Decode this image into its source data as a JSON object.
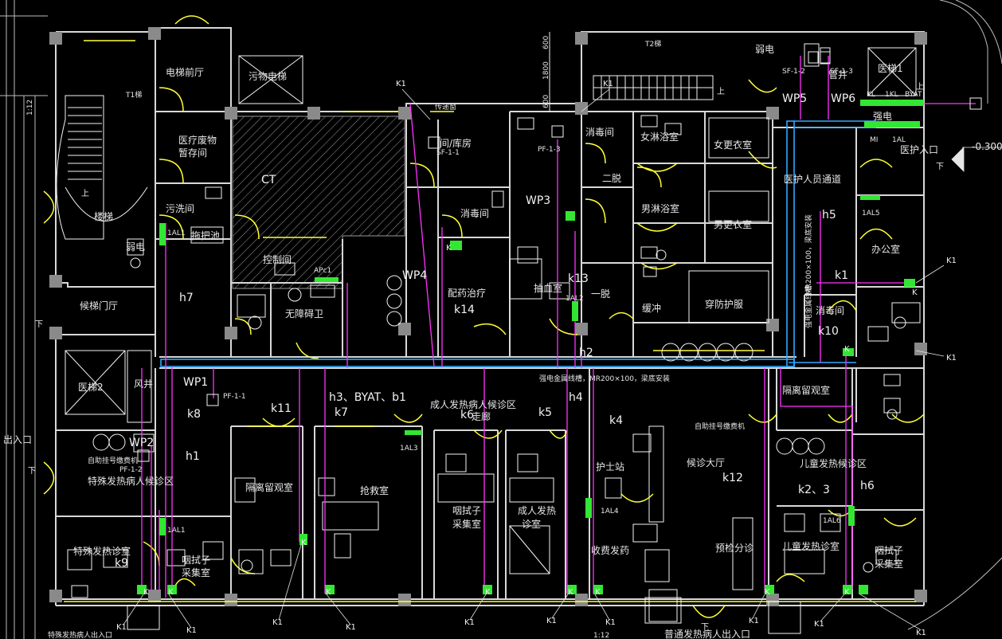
{
  "rooms": [
    {
      "id": "r1",
      "text": "电梯前厅"
    },
    {
      "id": "r2",
      "text": "污物电梯"
    },
    {
      "id": "r3",
      "text": "医疗废物"
    },
    {
      "id": "r4",
      "text": "暂存间"
    },
    {
      "id": "r5",
      "text": "楼梯"
    },
    {
      "id": "r6",
      "text": "污洗间"
    },
    {
      "id": "r7",
      "text": "拖把池"
    },
    {
      "id": "r8",
      "text": "CT"
    },
    {
      "id": "r9",
      "text": "控制间"
    },
    {
      "id": "r10",
      "text": "无障碍卫"
    },
    {
      "id": "r11",
      "text": "候梯门厅"
    },
    {
      "id": "r12",
      "text": "医梯2"
    },
    {
      "id": "r13",
      "text": "风井"
    },
    {
      "id": "r14",
      "text": "特殊发热病人候诊区"
    },
    {
      "id": "r15",
      "text": "特殊发热诊室"
    },
    {
      "id": "r16",
      "text": "咽拭子"
    },
    {
      "id": "r17",
      "text": "采集室"
    },
    {
      "id": "r18",
      "text": "隔离留观室"
    },
    {
      "id": "r19",
      "text": "抢救室"
    },
    {
      "id": "r20",
      "text": "咽拭子"
    },
    {
      "id": "r21",
      "text": "采集室"
    },
    {
      "id": "r22",
      "text": "成人发热"
    },
    {
      "id": "r23",
      "text": "诊室"
    },
    {
      "id": "r24",
      "text": "成人发热病人候诊区"
    },
    {
      "id": "r25",
      "text": "走廊"
    },
    {
      "id": "r26",
      "text": "护士站"
    },
    {
      "id": "r27",
      "text": "收费发药"
    },
    {
      "id": "r28",
      "text": "候诊大厅"
    },
    {
      "id": "r29",
      "text": "预检分诊"
    },
    {
      "id": "r30",
      "text": "儿童发热候诊区"
    },
    {
      "id": "r31",
      "text": "儿童发热诊室"
    },
    {
      "id": "r32",
      "text": "咽拭子"
    },
    {
      "id": "r33",
      "text": "采集室"
    },
    {
      "id": "r34",
      "text": "隔离留观室"
    },
    {
      "id": "r35",
      "text": "间/库房"
    },
    {
      "id": "r36",
      "text": "消毒间"
    },
    {
      "id": "r37",
      "text": "配药治疗"
    },
    {
      "id": "r38",
      "text": "抽血室"
    },
    {
      "id": "r39",
      "text": "消毒间"
    },
    {
      "id": "r40",
      "text": "二脱"
    },
    {
      "id": "r41",
      "text": "一脱"
    },
    {
      "id": "r42",
      "text": "缓冲"
    },
    {
      "id": "r43",
      "text": "女淋浴室"
    },
    {
      "id": "r44",
      "text": "女更衣室"
    },
    {
      "id": "r45",
      "text": "男淋浴室"
    },
    {
      "id": "r46",
      "text": "男更衣室"
    },
    {
      "id": "r47",
      "text": "穿防护服"
    },
    {
      "id": "r48",
      "text": "医护人员通道"
    },
    {
      "id": "r49",
      "text": "办公室"
    },
    {
      "id": "r50",
      "text": "消毒间"
    },
    {
      "id": "r51",
      "text": "弱电"
    },
    {
      "id": "r52",
      "text": "强电"
    },
    {
      "id": "r53",
      "text": "管井"
    },
    {
      "id": "r54",
      "text": "医梯1"
    },
    {
      "id": "r55",
      "text": "弱电"
    }
  ],
  "circuits": [
    {
      "id": "c1",
      "text": "h7"
    },
    {
      "id": "c2",
      "text": "WP1"
    },
    {
      "id": "c3",
      "text": "k8"
    },
    {
      "id": "c4",
      "text": "WP2"
    },
    {
      "id": "c5",
      "text": "h1"
    },
    {
      "id": "c6",
      "text": "k9"
    },
    {
      "id": "c7",
      "text": "k11"
    },
    {
      "id": "c8",
      "text": "h3、BYAT、b1"
    },
    {
      "id": "c9",
      "text": "k7"
    },
    {
      "id": "c10",
      "text": "k6"
    },
    {
      "id": "c11",
      "text": "k5"
    },
    {
      "id": "c12",
      "text": "h4"
    },
    {
      "id": "c13",
      "text": "k4"
    },
    {
      "id": "c14",
      "text": "k12"
    },
    {
      "id": "c15",
      "text": "k2、3"
    },
    {
      "id": "c16",
      "text": "h6"
    },
    {
      "id": "c17",
      "text": "WP4"
    },
    {
      "id": "c18",
      "text": "k14"
    },
    {
      "id": "c19",
      "text": "WP3"
    },
    {
      "id": "c20",
      "text": "k13"
    },
    {
      "id": "c21",
      "text": "h2"
    },
    {
      "id": "c22",
      "text": "WP5"
    },
    {
      "id": "c23",
      "text": "WP6"
    },
    {
      "id": "c24",
      "text": "h5"
    },
    {
      "id": "c25",
      "text": "k1"
    },
    {
      "id": "c26",
      "text": "k10"
    }
  ],
  "equipment": [
    {
      "id": "e1",
      "text": "PF-1-1"
    },
    {
      "id": "e2",
      "text": "PF-1-2"
    },
    {
      "id": "e3",
      "text": "SF-1-1"
    },
    {
      "id": "e4",
      "text": "PF-1-3"
    },
    {
      "id": "e5",
      "text": "SF-1-2"
    },
    {
      "id": "e6",
      "text": "SF-1-3"
    },
    {
      "id": "e7",
      "text": "1AL1"
    },
    {
      "id": "e8",
      "text": "1AL1"
    },
    {
      "id": "e9",
      "text": "1AL3"
    },
    {
      "id": "e10",
      "text": "1AL4"
    },
    {
      "id": "e11",
      "text": "1AL6"
    },
    {
      "id": "e12",
      "text": "1AL2"
    },
    {
      "id": "e13",
      "text": "1AL5"
    },
    {
      "id": "e14",
      "text": "APc1"
    },
    {
      "id": "e15",
      "text": "KL"
    },
    {
      "id": "e16",
      "text": "1KL"
    },
    {
      "id": "e17",
      "text": "BYAT"
    },
    {
      "id": "e18",
      "text": "MI"
    },
    {
      "id": "e19",
      "text": "1AL"
    }
  ],
  "notes": [
    {
      "id": "n1",
      "text": "自助挂号缴费机"
    },
    {
      "id": "n2",
      "text": "自助挂号缴费机"
    },
    {
      "id": "n3",
      "text": "强电金属线槽，MR200×100，梁底安装"
    },
    {
      "id": "n4",
      "text": "传递窗"
    },
    {
      "id": "n5",
      "text": "T2梯"
    },
    {
      "id": "n6",
      "text": "T1梯"
    },
    {
      "id": "n7",
      "text": "医护入口"
    },
    {
      "id": "n8",
      "text": "普通发热病人出入口"
    },
    {
      "id": "n9",
      "text": "出入口"
    },
    {
      "id": "n10",
      "text": "特殊发热病人出入口"
    },
    {
      "id": "n11",
      "text": "MR200×100，梁底安装"
    },
    {
      "id": "n12",
      "text": "强电金属线槽"
    },
    {
      "id": "n13",
      "text": "-0.300"
    }
  ],
  "dims": [
    {
      "id": "d1",
      "text": "600"
    },
    {
      "id": "d2",
      "text": "1800"
    },
    {
      "id": "d3",
      "text": "600"
    },
    {
      "id": "d4",
      "text": "1:12"
    },
    {
      "id": "d5",
      "text": "1:12"
    }
  ],
  "k1_tags": [
    {
      "id": "t1",
      "text": "K1"
    },
    {
      "id": "t2",
      "text": "K1"
    },
    {
      "id": "t3",
      "text": "K1"
    },
    {
      "id": "t4",
      "text": "K1"
    },
    {
      "id": "t5",
      "text": "K1"
    },
    {
      "id": "t6",
      "text": "K1"
    },
    {
      "id": "t7",
      "text": "K1"
    },
    {
      "id": "t8",
      "text": "K1"
    },
    {
      "id": "t9",
      "text": "K1"
    },
    {
      "id": "t10",
      "text": "K1"
    },
    {
      "id": "t11",
      "text": "K1"
    },
    {
      "id": "t12",
      "text": "K1"
    },
    {
      "id": "t13",
      "text": "K1"
    },
    {
      "id": "t14",
      "text": "K1"
    }
  ],
  "small_marks": [
    {
      "id": "s1",
      "text": "K"
    },
    {
      "id": "s2",
      "text": "K"
    },
    {
      "id": "s3",
      "text": "K"
    },
    {
      "id": "s4",
      "text": "K"
    },
    {
      "id": "s5",
      "text": "K"
    },
    {
      "id": "s6",
      "text": "K"
    },
    {
      "id": "s7",
      "text": "K"
    },
    {
      "id": "s8",
      "text": "K"
    },
    {
      "id": "s9",
      "text": "K"
    },
    {
      "id": "s10",
      "text": "K"
    },
    {
      "id": "s11",
      "text": "K"
    },
    {
      "id": "s12",
      "text": "K"
    },
    {
      "id": "s13",
      "text": "下"
    },
    {
      "id": "s14",
      "text": "下"
    },
    {
      "id": "s15",
      "text": "下"
    },
    {
      "id": "s16",
      "text": "上"
    },
    {
      "id": "s17",
      "text": "上"
    },
    {
      "id": "s18",
      "text": "下"
    },
    {
      "id": "s19",
      "text": "上"
    }
  ],
  "colors": {
    "background": "#000000",
    "walls": "#d8d8d8",
    "doors": "#ffff33",
    "circuits": "#ff33ff",
    "cable_tray": "#33a8ff",
    "devices": "#33e633",
    "columns": "#8a8a8a"
  }
}
